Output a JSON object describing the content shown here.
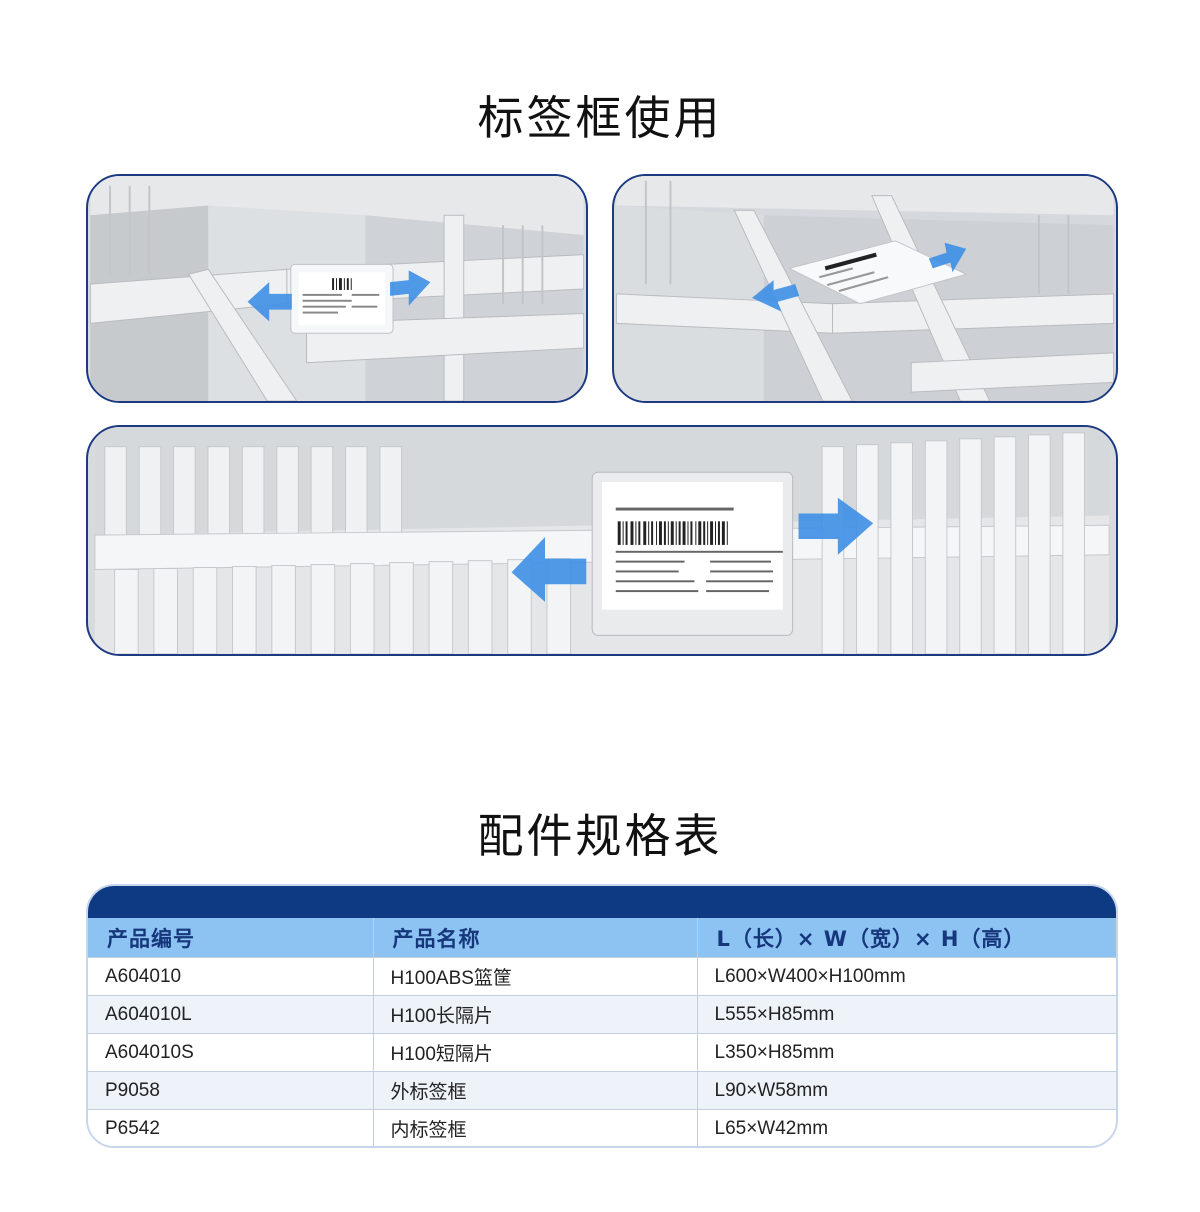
{
  "section_usage": {
    "title": "标签框使用"
  },
  "section_spec": {
    "title": "配件规格表",
    "headers": [
      "产品编号",
      "产品名称",
      "L（长）× W（宽）× H（高）"
    ],
    "rows": [
      [
        "A604010",
        "H100ABS篮筐",
        "L600×W400×H100mm"
      ],
      [
        "A604010L",
        "H100长隔片",
        "L555×H85mm"
      ],
      [
        "A604010S",
        "H100短隔片",
        "L350×H85mm"
      ],
      [
        "P9058",
        "外标签框",
        "L90×W58mm"
      ],
      [
        "P6542",
        "内标签框",
        "L65×W42mm"
      ]
    ]
  },
  "colors": {
    "frame_border": "#1b3a82",
    "table_band": "#0e3a84",
    "table_header": "#8cc3f2",
    "arrow": "#3d8fe6"
  }
}
